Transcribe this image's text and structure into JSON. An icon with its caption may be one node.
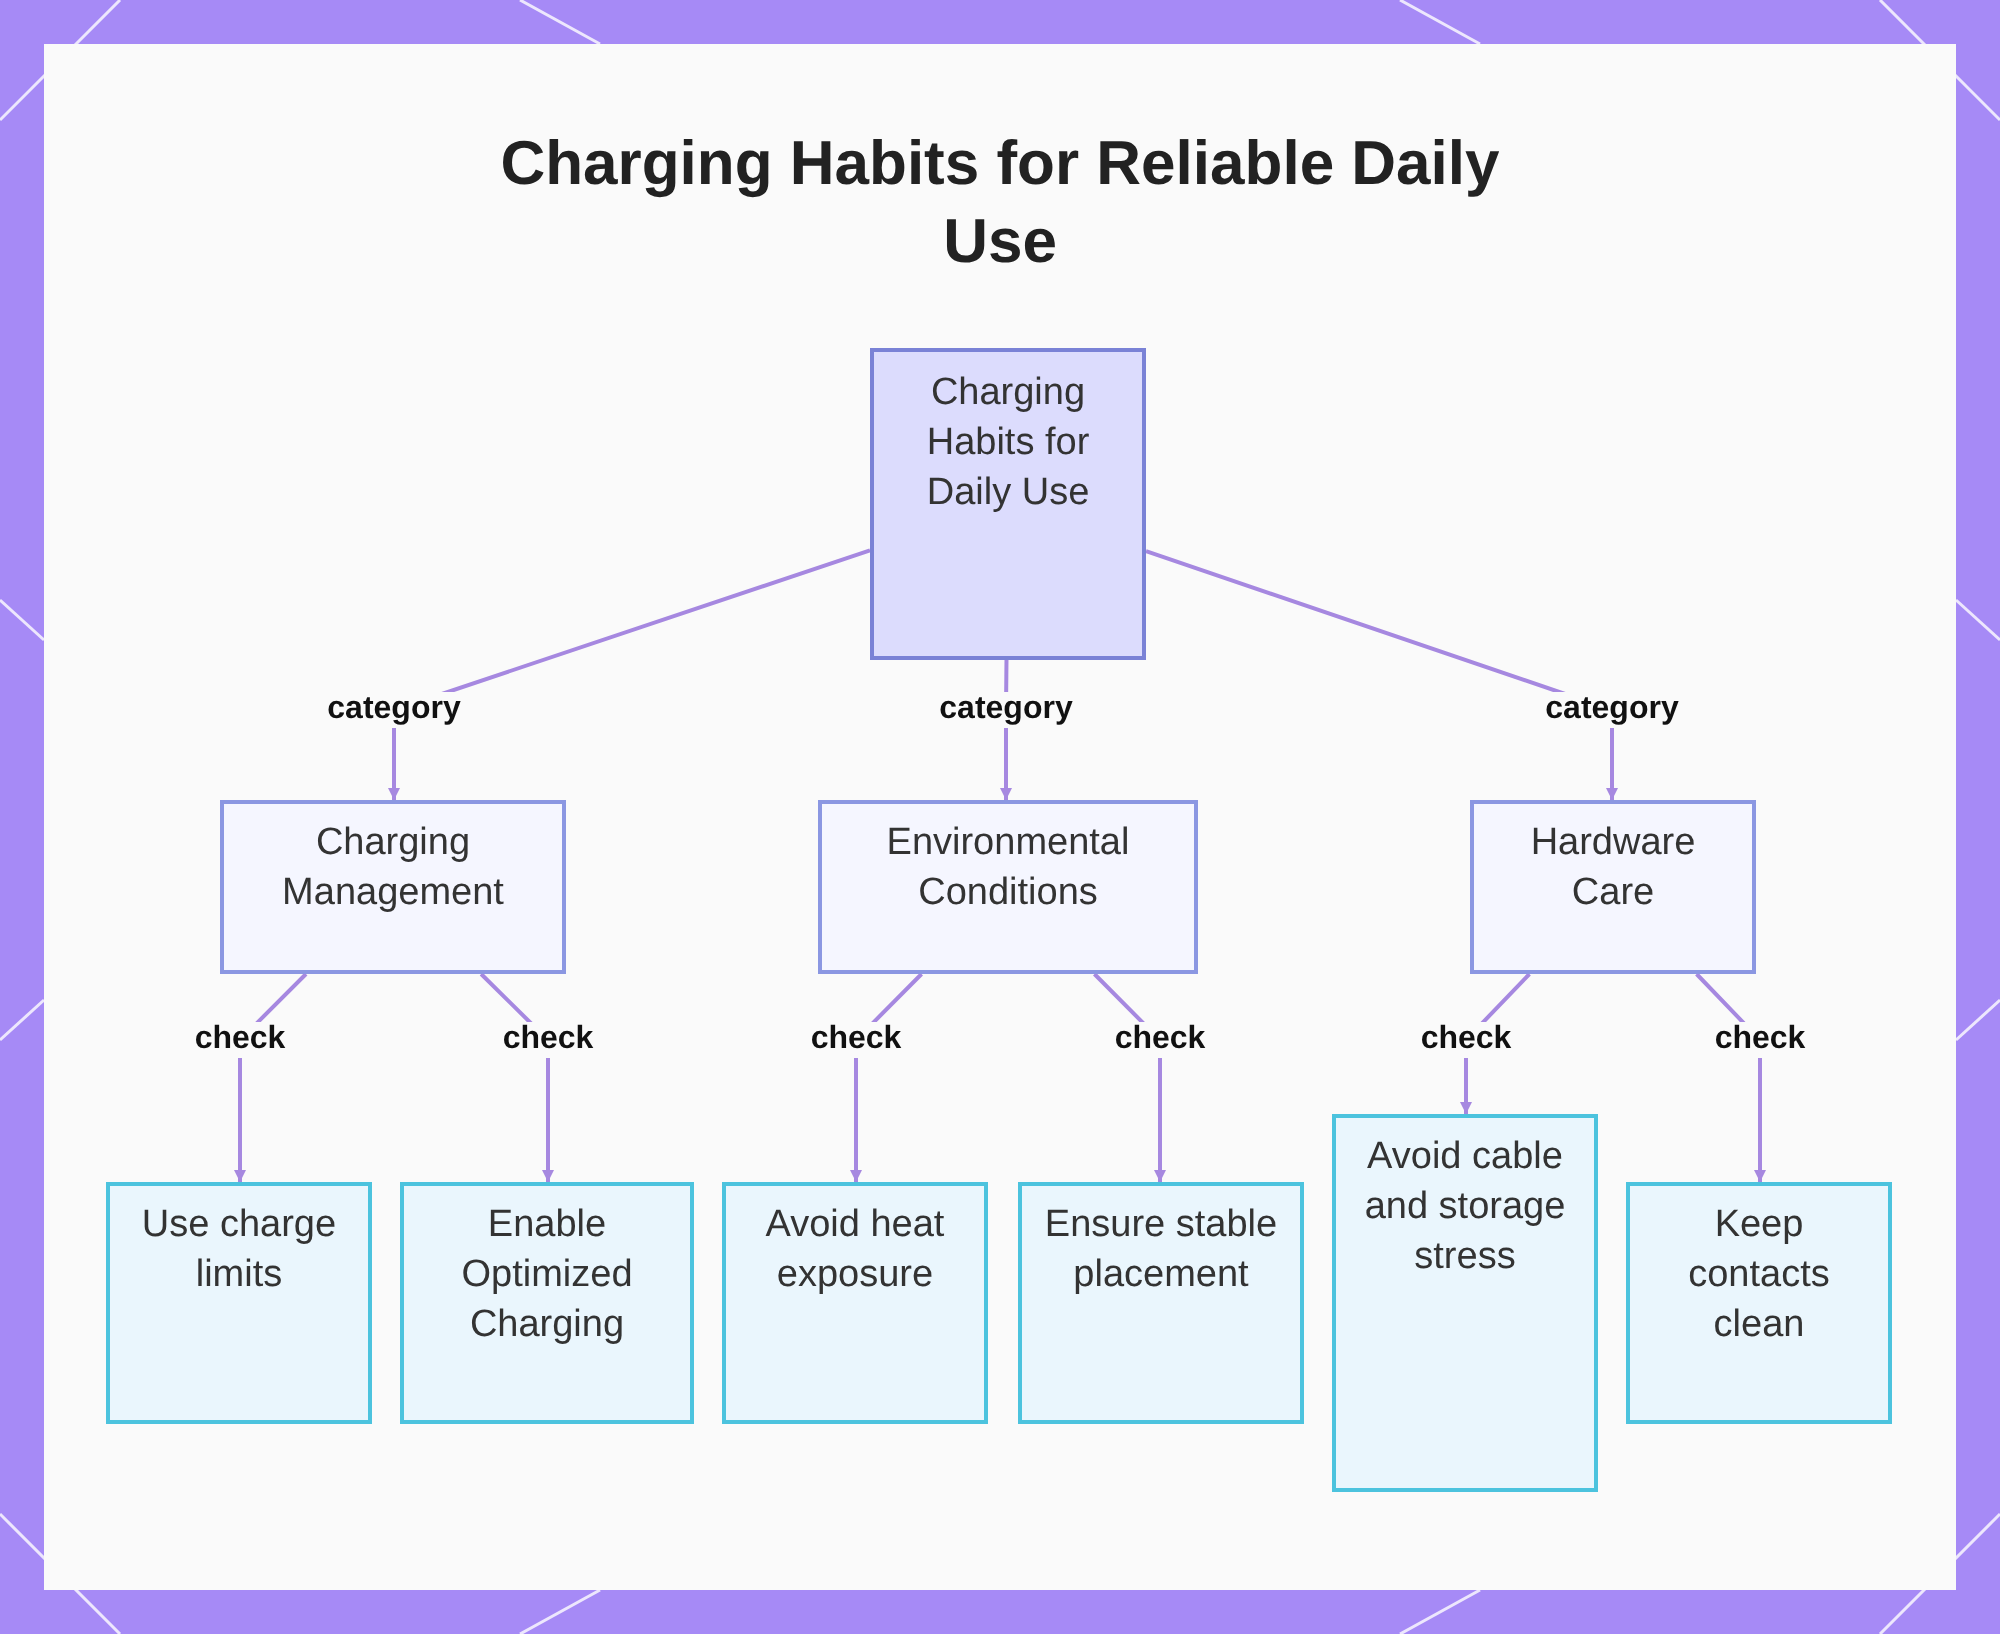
{
  "diagram": {
    "title": "Charging Habits for Reliable Daily Use",
    "nodes": [
      {
        "text": [
          "Charging Habits for Daily Use"
        ]
      },
      {
        "text": [
          "Charging Management"
        ]
      },
      {
        "text": [
          "Environmental Conditions"
        ]
      },
      {
        "text": [
          "Hardware Care"
        ]
      },
      {
        "text": [
          "Use charge limits"
        ]
      },
      {
        "text": [
          "Enable Optimized Charging"
        ]
      },
      {
        "text": [
          "Avoid heat exposure"
        ]
      },
      {
        "text": [
          "Ensure stable placement"
        ]
      },
      {
        "text": [
          "Avoid cable and storage stress"
        ]
      },
      {
        "text": [
          "Keep contacts clean"
        ]
      }
    ],
    "edges": [
      {
        "from": 0,
        "to": 1,
        "arrow": "to",
        "label": "category"
      },
      {
        "from": 0,
        "to": 2,
        "arrow": "to",
        "label": "category"
      },
      {
        "from": 0,
        "to": 3,
        "arrow": "to",
        "label": "category"
      },
      {
        "from": 1,
        "to": 4,
        "arrow": "to",
        "label": "check"
      },
      {
        "from": 1,
        "to": 5,
        "arrow": "to",
        "label": "check"
      },
      {
        "from": 2,
        "to": 6,
        "arrow": "to",
        "label": "check"
      },
      {
        "from": 2,
        "to": 7,
        "arrow": "to",
        "label": "check"
      },
      {
        "from": 3,
        "to": 8,
        "arrow": "to",
        "label": "check"
      },
      {
        "from": 3,
        "to": 9,
        "arrow": "to",
        "label": "check"
      }
    ]
  }
}
